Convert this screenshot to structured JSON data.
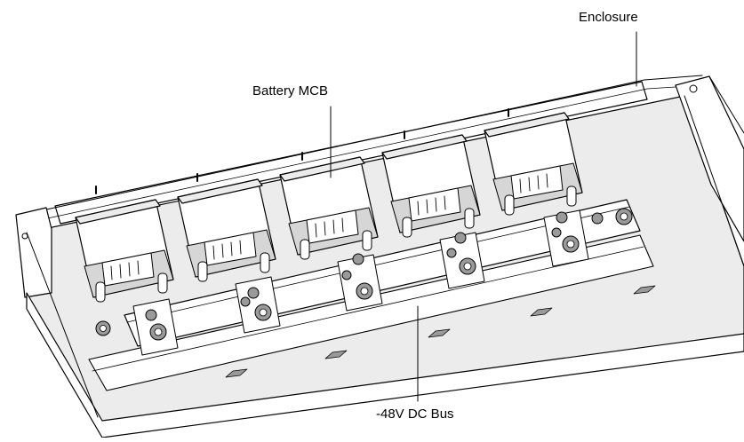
{
  "diagram": {
    "labels": {
      "enclosure": "Enclosure",
      "battery_mcb": "Battery MCB",
      "dc_bus": "-48V DC Bus"
    },
    "breaker_count": 5,
    "bus_bar_count": 5,
    "floor_slot_count": 5,
    "line_color": "#000000",
    "background": "#ffffff"
  }
}
